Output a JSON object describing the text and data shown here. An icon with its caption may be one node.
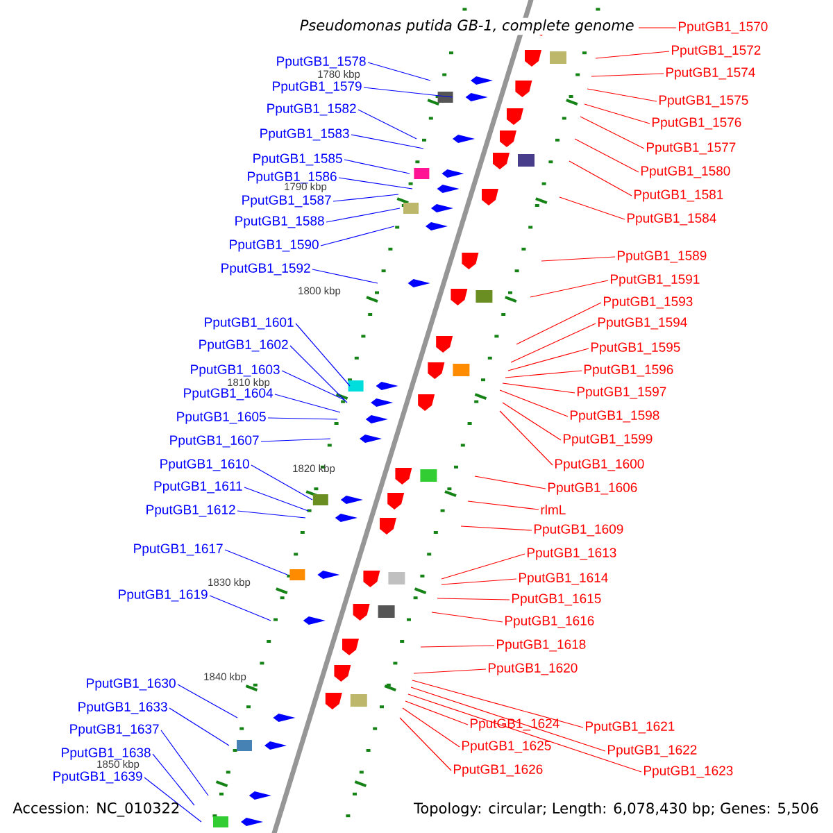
{
  "diagram": {
    "title": "Pseudomonas putida GB-1, complete genome",
    "nodes": [
      {
        "text": [
          "PputGB1_1578"
        ]
      },
      {
        "text": [
          "PputGB1_1579"
        ]
      },
      {
        "text": [
          "PputGB1_1582"
        ]
      },
      {
        "text": [
          "PputGB1_1583"
        ]
      },
      {
        "text": [
          "PputGB1_1585"
        ]
      },
      {
        "text": [
          "PputGB1_1586"
        ]
      },
      {
        "text": [
          "PputGB1_1587"
        ]
      },
      {
        "text": [
          "PputGB1_1588"
        ]
      },
      {
        "text": [
          "PputGB1_1590"
        ]
      },
      {
        "text": [
          "PputGB1_1592"
        ]
      },
      {
        "text": [
          "PputGB1_1601"
        ]
      },
      {
        "text": [
          "PputGB1_1602"
        ]
      },
      {
        "text": [
          "PputGB1_1603"
        ]
      },
      {
        "text": [
          "PputGB1_1604"
        ]
      },
      {
        "text": [
          "PputGB1_1605"
        ]
      },
      {
        "text": [
          "PputGB1_1607"
        ]
      },
      {
        "text": [
          "PputGB1_1610"
        ]
      },
      {
        "text": [
          "PputGB1_1611"
        ]
      },
      {
        "text": [
          "PputGB1_1612"
        ]
      },
      {
        "text": [
          "PputGB1_1617"
        ]
      },
      {
        "text": [
          "PputGB1_1619"
        ]
      },
      {
        "text": [
          "PputGB1_1630"
        ]
      },
      {
        "text": [
          "PputGB1_1633"
        ]
      },
      {
        "text": [
          "PputGB1_1637"
        ]
      },
      {
        "text": [
          "PputGB1_1638"
        ]
      },
      {
        "text": [
          "PputGB1_1639"
        ]
      },
      {
        "text": [
          "PputGB1_1570"
        ]
      },
      {
        "text": [
          "PputGB1_1572"
        ]
      },
      {
        "text": [
          "PputGB1_1574"
        ]
      },
      {
        "text": [
          "PputGB1_1575"
        ]
      },
      {
        "text": [
          "PputGB1_1576"
        ]
      },
      {
        "text": [
          "PputGB1_1577"
        ]
      },
      {
        "text": [
          "PputGB1_1580"
        ]
      },
      {
        "text": [
          "PputGB1_1581"
        ]
      },
      {
        "text": [
          "PputGB1_1584"
        ]
      },
      {
        "text": [
          "PputGB1_1589"
        ]
      },
      {
        "text": [
          "PputGB1_1591"
        ]
      },
      {
        "text": [
          "PputGB1_1593"
        ]
      },
      {
        "text": [
          "PputGB1_1594"
        ]
      },
      {
        "text": [
          "PputGB1_1595"
        ]
      },
      {
        "text": [
          "PputGB1_1596"
        ]
      },
      {
        "text": [
          "PputGB1_1597"
        ]
      },
      {
        "text": [
          "PputGB1_1598"
        ]
      },
      {
        "text": [
          "PputGB1_1599"
        ]
      },
      {
        "text": [
          "PputGB1_1600"
        ]
      },
      {
        "text": [
          "PputGB1_1606"
        ]
      },
      {
        "text": [
          "rlmL"
        ]
      },
      {
        "text": [
          "PputGB1_1609"
        ]
      },
      {
        "text": [
          "PputGB1_1613"
        ]
      },
      {
        "text": [
          "PputGB1_1614"
        ]
      },
      {
        "text": [
          "PputGB1_1615"
        ]
      },
      {
        "text": [
          "PputGB1_1616"
        ]
      },
      {
        "text": [
          "PputGB1_1618"
        ]
      },
      {
        "text": [
          "PputGB1_1620"
        ]
      },
      {
        "text": [
          "PputGB1_1621"
        ]
      },
      {
        "text": [
          "PputGB1_1622"
        ]
      },
      {
        "text": [
          "PputGB1_1623"
        ]
      },
      {
        "text": [
          "PputGB1_1624"
        ]
      },
      {
        "text": [
          "PputGB1_1625"
        ]
      },
      {
        "text": [
          "PputGB1_1626"
        ]
      }
    ],
    "edges": [
      {
        "from": 0,
        "to": null,
        "arrow": "none",
        "color": "#0000ff"
      },
      {
        "from": 1,
        "to": null,
        "arrow": "none",
        "color": "#0000ff"
      },
      {
        "from": 2,
        "to": null,
        "arrow": "none",
        "color": "#0000ff"
      },
      {
        "from": 3,
        "to": null,
        "arrow": "none",
        "color": "#0000ff"
      },
      {
        "from": 4,
        "to": null,
        "arrow": "none",
        "color": "#0000ff"
      },
      {
        "from": 5,
        "to": null,
        "arrow": "none",
        "color": "#0000ff"
      },
      {
        "from": 6,
        "to": null,
        "arrow": "none",
        "color": "#0000ff"
      },
      {
        "from": 7,
        "to": null,
        "arrow": "none",
        "color": "#0000ff"
      },
      {
        "from": 8,
        "to": null,
        "arrow": "none",
        "color": "#0000ff"
      },
      {
        "from": 9,
        "to": null,
        "arrow": "none",
        "color": "#0000ff"
      },
      {
        "from": 10,
        "to": null,
        "arrow": "none",
        "color": "#0000ff"
      },
      {
        "from": 11,
        "to": null,
        "arrow": "none",
        "color": "#0000ff"
      },
      {
        "from": 12,
        "to": null,
        "arrow": "none",
        "color": "#0000ff"
      },
      {
        "from": 13,
        "to": null,
        "arrow": "none",
        "color": "#0000ff"
      },
      {
        "from": 14,
        "to": null,
        "arrow": "none",
        "color": "#0000ff"
      },
      {
        "from": 15,
        "to": null,
        "arrow": "none",
        "color": "#0000ff"
      },
      {
        "from": 16,
        "to": null,
        "arrow": "none",
        "color": "#0000ff"
      },
      {
        "from": 17,
        "to": null,
        "arrow": "none",
        "color": "#0000ff"
      },
      {
        "from": 18,
        "to": null,
        "arrow": "none",
        "color": "#0000ff"
      },
      {
        "from": 19,
        "to": null,
        "arrow": "none",
        "color": "#0000ff"
      },
      {
        "from": 20,
        "to": null,
        "arrow": "none",
        "color": "#0000ff"
      },
      {
        "from": 21,
        "to": null,
        "arrow": "none",
        "color": "#0000ff"
      },
      {
        "from": 22,
        "to": null,
        "arrow": "none",
        "color": "#0000ff"
      },
      {
        "from": 23,
        "to": null,
        "arrow": "none",
        "color": "#0000ff"
      },
      {
        "from": 24,
        "to": null,
        "arrow": "none",
        "color": "#0000ff"
      },
      {
        "from": 25,
        "to": null,
        "arrow": "none",
        "color": "#0000ff"
      },
      {
        "from": 26,
        "to": null,
        "arrow": "none"
      },
      {
        "from": 27,
        "to": null,
        "arrow": "none"
      },
      {
        "from": 28,
        "to": null,
        "arrow": "none"
      },
      {
        "from": 29,
        "to": null,
        "arrow": "none"
      },
      {
        "from": 30,
        "to": null,
        "arrow": "none"
      },
      {
        "from": 31,
        "to": null,
        "arrow": "none"
      },
      {
        "from": 32,
        "to": null,
        "arrow": "none"
      },
      {
        "from": 33,
        "to": null,
        "arrow": "none"
      },
      {
        "from": 34,
        "to": null,
        "arrow": "none"
      },
      {
        "from": 35,
        "to": null,
        "arrow": "none"
      },
      {
        "from": 36,
        "to": null,
        "arrow": "none"
      },
      {
        "from": 37,
        "to": null,
        "arrow": "none"
      },
      {
        "from": 38,
        "to": null,
        "arrow": "none"
      },
      {
        "from": 39,
        "to": null,
        "arrow": "none"
      },
      {
        "from": 40,
        "to": null,
        "arrow": "none"
      },
      {
        "from": 41,
        "to": null,
        "arrow": "none"
      },
      {
        "from": 42,
        "to": null,
        "arrow": "none"
      },
      {
        "from": 43,
        "to": null,
        "arrow": "none"
      },
      {
        "from": 44,
        "to": null,
        "arrow": "none"
      },
      {
        "from": 45,
        "to": null,
        "arrow": "none"
      },
      {
        "from": 46,
        "to": null,
        "arrow": "none"
      },
      {
        "from": 47,
        "to": null,
        "arrow": "none"
      },
      {
        "from": 48,
        "to": null,
        "arrow": "none"
      },
      {
        "from": 49,
        "to": null,
        "arrow": "none"
      },
      {
        "from": 50,
        "to": null,
        "arrow": "none"
      },
      {
        "from": 51,
        "to": null,
        "arrow": "none"
      },
      {
        "from": 52,
        "to": null,
        "arrow": "none"
      },
      {
        "from": 53,
        "to": null,
        "arrow": "none"
      },
      {
        "from": 54,
        "to": null,
        "arrow": "none"
      },
      {
        "from": 55,
        "to": null,
        "arrow": "none"
      },
      {
        "from": 56,
        "to": null,
        "arrow": "none"
      },
      {
        "from": 57,
        "to": null,
        "arrow": "none"
      },
      {
        "from": 58,
        "to": null,
        "arrow": "none"
      },
      {
        "from": 59,
        "to": null,
        "arrow": "none"
      }
    ],
    "labels": [
      "1780 kbp",
      "1790 kbp",
      "1800 kbp",
      "1810 kbp",
      "1820 kbp",
      "1830 kbp",
      "1840 kbp",
      "1850 kbp",
      "Accession: NC_010322",
      "Topology: circular; Length: 6,078,430 bp; Genes: 5,506"
    ]
  }
}
